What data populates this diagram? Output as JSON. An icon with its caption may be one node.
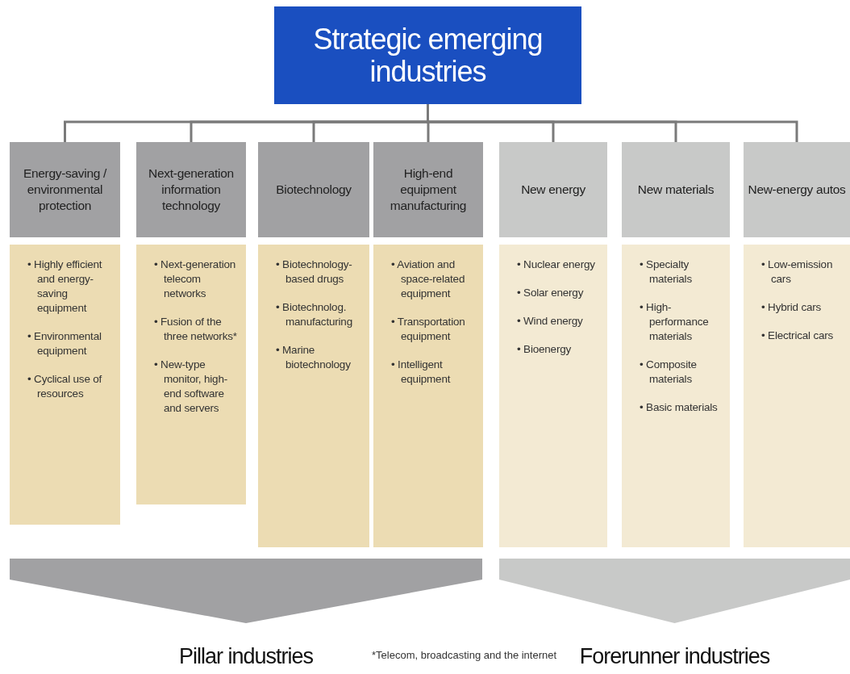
{
  "diagram": {
    "nodes": [
      {
        "text": [
          "Strategic emerging industries"
        ]
      },
      {
        "text": [
          "Energy-saving / environmental protection"
        ]
      },
      {
        "text": [
          "Next-generation information technology"
        ]
      },
      {
        "text": [
          "Biotechnology"
        ]
      },
      {
        "text": [
          "High-end equipment manufacturing"
        ]
      },
      {
        "text": [
          "New energy"
        ]
      },
      {
        "text": [
          "New materials"
        ]
      },
      {
        "text": [
          "New-energy autos"
        ]
      },
      {
        "text": [
          "• Highly efficient and energy-saving equipment",
          "• Environmental equipment",
          "• Cyclical use of resources"
        ]
      },
      {
        "text": [
          "• Next-generation telecom networks",
          "• Fusion of the three networks*",
          "• New-type monitor, high-end software and servers"
        ]
      },
      {
        "text": [
          "• Biotechnology-based drugs",
          "• Biotechnolog. manufacturing",
          "• Marine biotechnology"
        ]
      },
      {
        "text": [
          "• Aviation and space-related equipment",
          "• Transportation equipment",
          "• Intelligent equipment"
        ]
      },
      {
        "text": [
          "• Nuclear energy",
          "• Solar energy",
          "• Wind energy",
          "• Bioenergy"
        ]
      },
      {
        "text": [
          "• Specialty materials",
          "• High-performance materials",
          "• Composite materials",
          "• Basic materials"
        ]
      },
      {
        "text": [
          "• Low-emission cars",
          "• Hybrid cars",
          "• Electrical cars"
        ]
      },
      {
        "text": [
          "Pillar industries"
        ]
      },
      {
        "text": [
          "Forerunner industries"
        ]
      }
    ],
    "edges": [
      {
        "from": 0,
        "to": 1,
        "arrow": "none"
      },
      {
        "from": 0,
        "to": 2,
        "arrow": "none"
      },
      {
        "from": 0,
        "to": 3,
        "arrow": "none"
      },
      {
        "from": 0,
        "to": 4,
        "arrow": "none"
      },
      {
        "from": 0,
        "to": 5,
        "arrow": "none"
      },
      {
        "from": 0,
        "to": 6,
        "arrow": "none"
      },
      {
        "from": 0,
        "to": 7,
        "arrow": "none"
      }
    ],
    "labels": [
      "*Telecom, broadcasting and the internet"
    ]
  }
}
